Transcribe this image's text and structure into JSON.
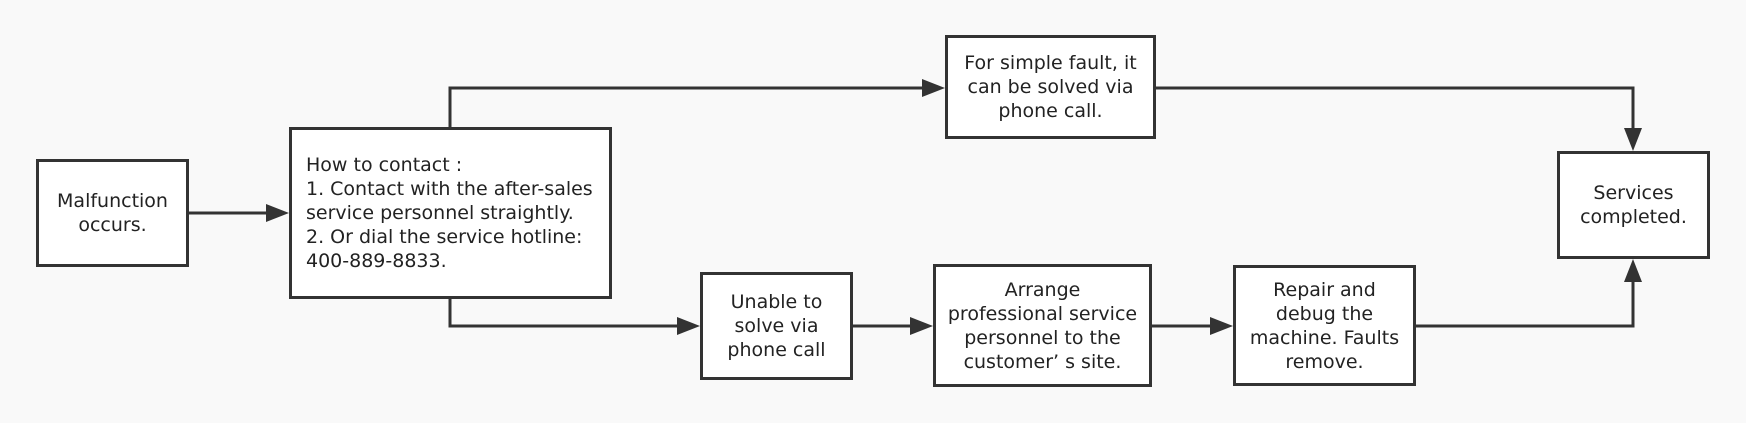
{
  "diagram": {
    "type": "flowchart",
    "nodes": {
      "malfunction": {
        "text": "Malfunction\noccurs."
      },
      "contact": {
        "text": "How to contact :\n1. Contact with the after-sales\nservice personnel straightly.\n2. Or dial the service hotline:\n400-889-8833."
      },
      "simple_fault": {
        "text": "For simple fault, it\ncan be solved via\nphone call."
      },
      "unable": {
        "text": "Unable to\nsolve via\nphone call"
      },
      "arrange": {
        "text": "Arrange\nprofessional service\npersonnel to the\ncustomer’ s site."
      },
      "repair": {
        "text": "Repair and\ndebug the\nmachine. Faults\nremove."
      },
      "completed": {
        "text": "Services\ncompleted."
      }
    },
    "edges": [
      {
        "from": "malfunction",
        "to": "contact"
      },
      {
        "from": "contact",
        "to": "simple_fault"
      },
      {
        "from": "contact",
        "to": "unable"
      },
      {
        "from": "unable",
        "to": "arrange"
      },
      {
        "from": "arrange",
        "to": "repair"
      },
      {
        "from": "simple_fault",
        "to": "completed"
      },
      {
        "from": "repair",
        "to": "completed"
      }
    ],
    "colors": {
      "line": "#333333",
      "box_border": "#333333",
      "box_fill": "#ffffff",
      "background": "#f9f9f9",
      "text": "#222222"
    }
  }
}
